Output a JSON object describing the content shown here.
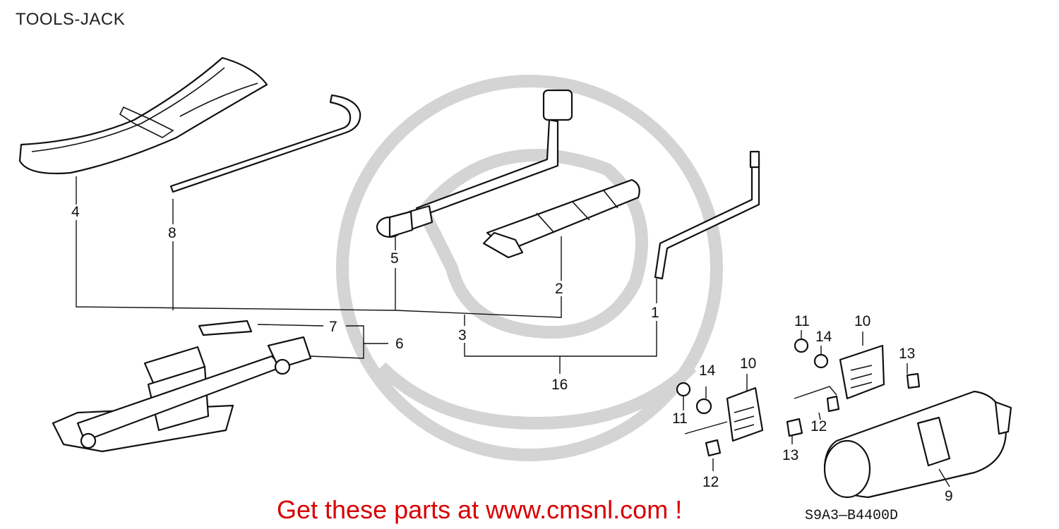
{
  "title": "TOOLS-JACK",
  "callouts": {
    "c1": "1",
    "c2": "2",
    "c3": "3",
    "c4": "4",
    "c5": "5",
    "c6": "6",
    "c7": "7",
    "c8": "8",
    "c9": "9",
    "c10a": "10",
    "c10b": "10",
    "c11a": "11",
    "c11b": "11",
    "c12a": "12",
    "c12b": "12",
    "c13a": "13",
    "c13b": "13",
    "c14a": "14",
    "c14b": "14",
    "c16": "16"
  },
  "footer": {
    "link_text": "Get these parts at www.cmsnl.com !",
    "diagram_code": "S9A3—B4400D"
  },
  "colors": {
    "link": "#d80000",
    "line": "#111111",
    "watermark": "#d4d4d4"
  }
}
